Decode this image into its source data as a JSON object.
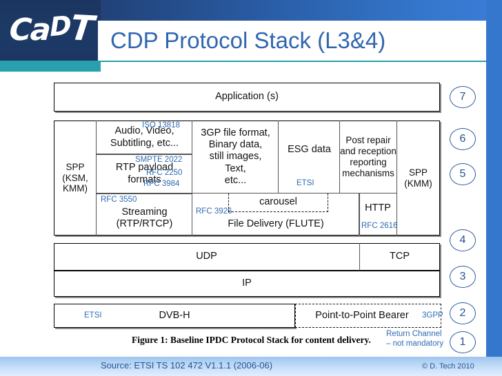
{
  "header": {
    "logo": "CADT",
    "logo_parts": {
      "ca": "Ca",
      "d": "D",
      "t": "T"
    },
    "title": "CDP Protocol Stack (L3&4)"
  },
  "footer": {
    "source": "Source: ETSI TS 102 472 V1.1.1 (2006-06)",
    "copyright": "© D. Tech 2010"
  },
  "diagram": {
    "caption": "Figure 1: Baseline IPDC Protocol Stack for content delivery.",
    "application": "Application (s)",
    "spp_left": "SPP\n(KSM,\nKMM)",
    "spp_right": "SPP\n(KMM)",
    "media": "Audio, Video,\nSubtitling, etc...",
    "rtp_payload": "RTP payload\nformats",
    "streaming": "Streaming\n(RTP/RTCP)",
    "threegp": "3GP file format,\nBinary data,\nstill images,\nText,\netc...",
    "carousel": "carousel",
    "file_delivery": "File Delivery (FLUTE)",
    "esg": "ESG data",
    "post_repair": "Post repair\nand reception\nreporting\nmechanisms",
    "http": "HTTP",
    "udp": "UDP",
    "tcp": "TCP",
    "ip": "IP",
    "dvbh": "DVB-H",
    "p2p": "Point-to-Point Bearer",
    "return_channel": "Return Channel\n– not mandatory",
    "annotations": {
      "iso13818": "ISO 13818",
      "smpte2022": "SMPTE 2022",
      "rfc2250": "RFC 2250",
      "rfc3984": "RFC 3984",
      "rfc3550": "RFC 3550",
      "rfc3926": "RFC 3926",
      "rfc2616": "RFC 2616",
      "etsi_esg": "ETSI",
      "etsi_dvbh": "ETSI",
      "threegpp": "3GPP"
    },
    "layers": [
      "7",
      "6",
      "5",
      "4",
      "3",
      "2",
      "1"
    ]
  },
  "colors": {
    "navy": "#1d355e",
    "header_blue": "#3577cc",
    "teal": "#2a9fae",
    "title_blue": "#3066b0",
    "annotation_blue": "#2e6bb3",
    "bubble_blue": "#27518c",
    "footer_blue": "#9ec4ef"
  }
}
